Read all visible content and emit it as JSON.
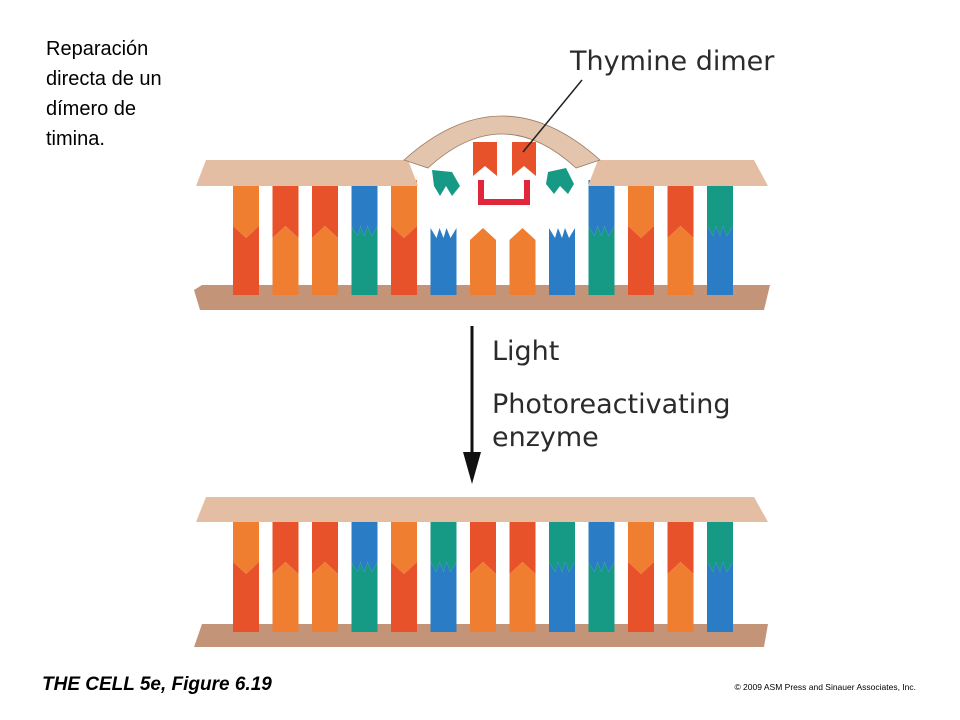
{
  "caption": "Reparación\ndirecta de un\ndímero de\ntimina.",
  "labels": {
    "thymine_dimer": "Thymine dimer",
    "light": "Light",
    "enzyme_line1": "Photoreactivating",
    "enzyme_line2": "enzyme"
  },
  "footer": {
    "figure": "THE CELL 5e, Figure 6.19",
    "copyright": "© 2009 ASM Press and Sinauer Associates, Inc."
  },
  "colors": {
    "backbone_top": "#e3bea3",
    "backbone_bottom": "#c49478",
    "orange": "#f07e30",
    "red": "#e8522a",
    "blue": "#2a7cc4",
    "teal": "#169a86",
    "dimer_bond": "#e0263a",
    "enzyme": "#e3c4ac"
  },
  "base_pairs_damaged": [
    {
      "top": "orange",
      "bottom": "red",
      "top_shape": "point",
      "state": "paired"
    },
    {
      "top": "red",
      "bottom": "orange",
      "top_shape": "notch",
      "state": "paired"
    },
    {
      "top": "red",
      "bottom": "orange",
      "top_shape": "notch",
      "state": "paired"
    },
    {
      "top": "blue",
      "bottom": "teal",
      "top_shape": "zig",
      "state": "paired"
    },
    {
      "top": "orange",
      "bottom": "red",
      "top_shape": "point",
      "state": "paired"
    },
    {
      "top": "teal",
      "bottom": "blue",
      "top_shape": "zig",
      "state": "unpaired"
    },
    {
      "top": "red",
      "bottom": "orange",
      "top_shape": "notch",
      "state": "dimer"
    },
    {
      "top": "red",
      "bottom": "orange",
      "top_shape": "notch",
      "state": "dimer"
    },
    {
      "top": "teal",
      "bottom": "blue",
      "top_shape": "zig",
      "state": "unpaired"
    },
    {
      "top": "blue",
      "bottom": "teal",
      "top_shape": "zig",
      "state": "paired"
    },
    {
      "top": "orange",
      "bottom": "red",
      "top_shape": "point",
      "state": "paired"
    },
    {
      "top": "red",
      "bottom": "orange",
      "top_shape": "notch",
      "state": "paired"
    },
    {
      "top": "teal",
      "bottom": "blue",
      "top_shape": "zig",
      "state": "paired"
    }
  ],
  "base_pairs_repaired": [
    {
      "top": "orange",
      "bottom": "red",
      "top_shape": "point"
    },
    {
      "top": "red",
      "bottom": "orange",
      "top_shape": "notch"
    },
    {
      "top": "red",
      "bottom": "orange",
      "top_shape": "notch"
    },
    {
      "top": "blue",
      "bottom": "teal",
      "top_shape": "zig"
    },
    {
      "top": "orange",
      "bottom": "red",
      "top_shape": "point"
    },
    {
      "top": "teal",
      "bottom": "blue",
      "top_shape": "zig"
    },
    {
      "top": "red",
      "bottom": "orange",
      "top_shape": "notch"
    },
    {
      "top": "red",
      "bottom": "orange",
      "top_shape": "notch"
    },
    {
      "top": "teal",
      "bottom": "blue",
      "top_shape": "zig"
    },
    {
      "top": "blue",
      "bottom": "teal",
      "top_shape": "zig"
    },
    {
      "top": "orange",
      "bottom": "red",
      "top_shape": "point"
    },
    {
      "top": "red",
      "bottom": "orange",
      "top_shape": "notch"
    },
    {
      "top": "teal",
      "bottom": "blue",
      "top_shape": "zig"
    }
  ]
}
